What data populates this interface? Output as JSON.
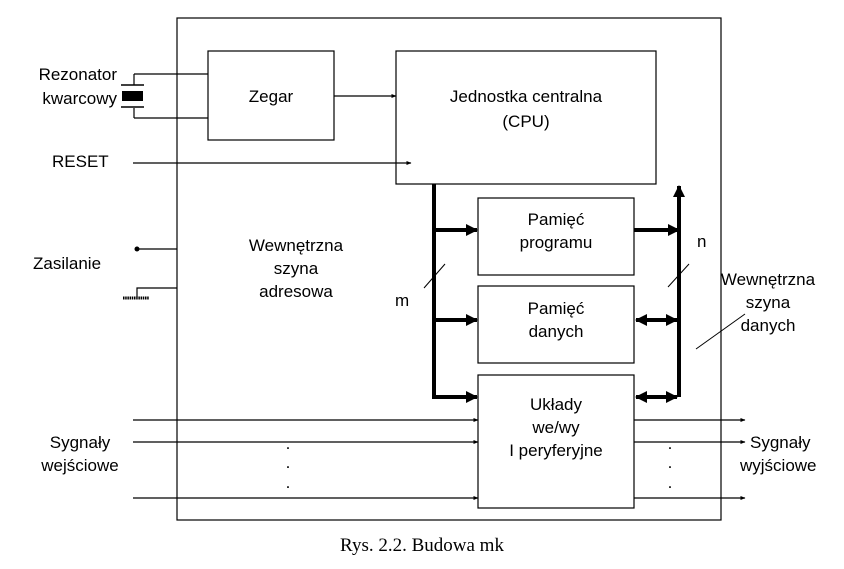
{
  "diagram": {
    "blocks": {
      "clock": "Zegar",
      "cpu_line1": "Jednostka centralna",
      "cpu_line2": "(CPU)",
      "program_memory_line1": "Pamięć",
      "program_memory_line2": "programu",
      "data_memory_line1": "Pamięć",
      "data_memory_line2": "danych",
      "io_line1": "Układy",
      "io_line2": "we/wy",
      "io_line3": "I peryferyjne"
    },
    "external_labels": {
      "resonator_line1": "Rezonator",
      "resonator_line2": "kwarcowy",
      "reset": "RESET",
      "power": "Zasilanie",
      "inputs_line1": "Sygnały",
      "inputs_line2": "wejściowe",
      "outputs_line1": "Sygnały",
      "outputs_line2": "wyjściowe"
    },
    "buses": {
      "address_line1": "Wewnętrzna",
      "address_line2": "szyna",
      "address_line3": "adresowa",
      "address_width": "m",
      "data_line1": "Wewnętrzna",
      "data_line2": "szyna",
      "data_line3": "danych",
      "data_width": "n"
    },
    "ellipsis_dot": "."
  },
  "caption": "Rys. 2.2. Budowa mk"
}
